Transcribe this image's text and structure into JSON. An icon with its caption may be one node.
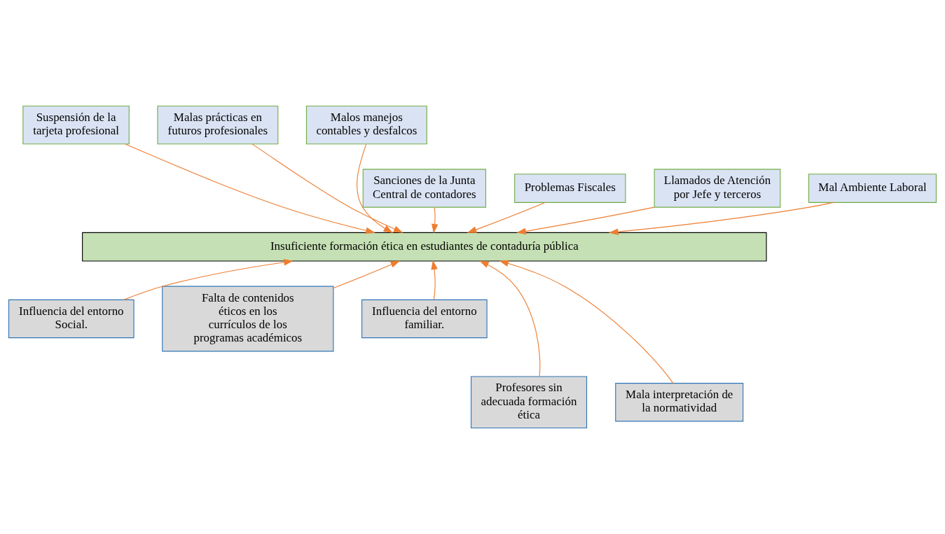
{
  "diagram": {
    "nodes": [
      {
        "text": [
          "Suspensión de la tarjeta profesional"
        ]
      },
      {
        "text": [
          "Malas prácticas en futuros profesionales"
        ]
      },
      {
        "text": [
          "Malos manejos contables y desfalcos"
        ]
      },
      {
        "text": [
          "Sanciones de la Junta Central de contadores"
        ]
      },
      {
        "text": [
          "Problemas Fiscales"
        ]
      },
      {
        "text": [
          "Llamados de Atención por Jefe y terceros"
        ]
      },
      {
        "text": [
          "Mal Ambiente Laboral"
        ]
      },
      {
        "text": [
          "Insuficiente formación ética en estudiantes de contaduría pública"
        ]
      },
      {
        "text": [
          "Influencia del entorno Social."
        ]
      },
      {
        "text": [
          "Falta de contenidos éticos en los currículos de los programas académicos"
        ]
      },
      {
        "text": [
          "Influencia del entorno familiar."
        ]
      },
      {
        "text": [
          "Profesores sin adecuada formación ética"
        ]
      },
      {
        "text": [
          "Mala interpretación de la normatividad"
        ]
      }
    ],
    "edges": [
      {
        "from": 3,
        "to": 7,
        "arrow": "to"
      },
      {
        "from": 0,
        "to": 7,
        "arrow": "to"
      },
      {
        "from": 4,
        "to": 7,
        "arrow": "to"
      },
      {
        "from": 1,
        "to": 7,
        "arrow": "to"
      },
      {
        "from": 5,
        "to": 7,
        "arrow": "to"
      },
      {
        "from": 2,
        "to": 7,
        "arrow": "to"
      },
      {
        "from": 6,
        "to": 7,
        "arrow": "to"
      },
      {
        "from": 8,
        "to": 7,
        "arrow": "to"
      },
      {
        "from": 11,
        "to": 7,
        "arrow": "to"
      },
      {
        "from": 9,
        "to": 7,
        "arrow": "to"
      },
      {
        "from": 12,
        "to": 7,
        "arrow": "to"
      },
      {
        "from": 10,
        "to": 7,
        "arrow": "to"
      }
    ]
  }
}
